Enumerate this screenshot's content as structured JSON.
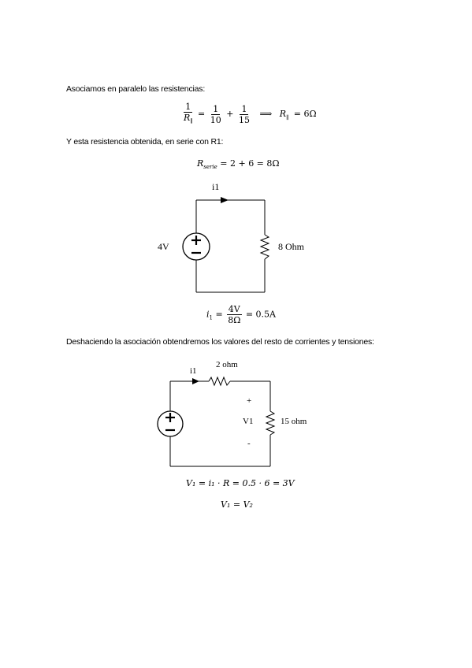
{
  "paragraphs": {
    "p1": "Asociamos en paralelo las resistencias:",
    "p2": "Y esta resistencia obtenida, en serie con R1:",
    "p3": "Deshaciendo la asociación obtendremos los valores del resto de corrientes y tensiones:"
  },
  "eq1": {
    "one_a": "1",
    "r_parallel": "R",
    "parallel_sub": "∥",
    "equals": "=",
    "one_b": "1",
    "ten": "10",
    "plus": "+",
    "one_c": "1",
    "fifteen": "15",
    "implies": "⟹",
    "result_r": "R",
    "result_sub": "∥",
    "result_val": "= 6Ω"
  },
  "eq2": {
    "r": "R",
    "sub": "serie",
    "rest": "= 2 + 6 = 8Ω"
  },
  "circuit1": {
    "current_label": "i1",
    "source_label": "4V",
    "resistor_label": "8 Ohm"
  },
  "eq3": {
    "i": "i",
    "sub": "1",
    "eq": "=",
    "num": "4V",
    "den": "8Ω",
    "result": "= 0.5A"
  },
  "circuit2": {
    "current_label": "i1",
    "resistor_top_label": "2 ohm",
    "plus_label": "+",
    "voltage_label": "V1",
    "minus_label": "-",
    "resistor_right_label": "15 ohm"
  },
  "eq4": {
    "text": "V₁ = i₁ · R = 0.5 · 6 = 3V"
  },
  "eq5": {
    "text": "V₁ = V₂"
  }
}
